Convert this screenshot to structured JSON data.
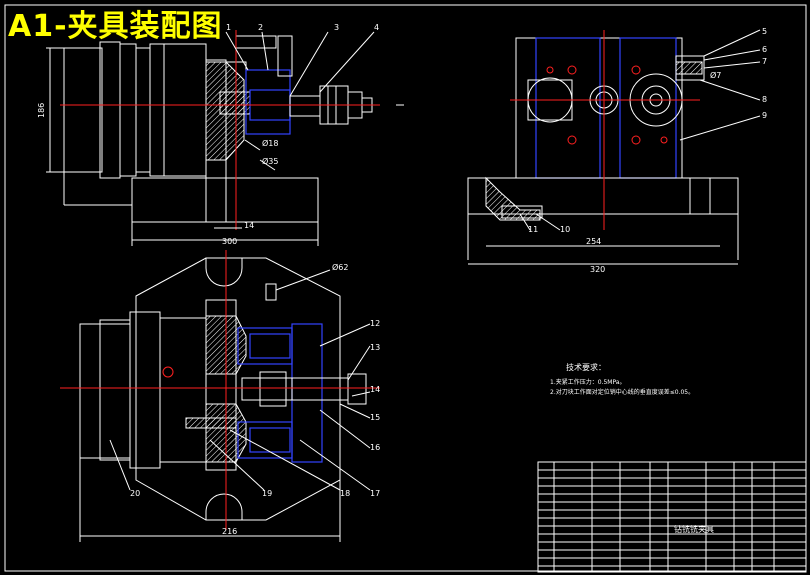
{
  "title": "A1-夹具装配图",
  "part_numbers": {
    "p1": "1",
    "p2": "2",
    "p3": "3",
    "p4": "4",
    "p5": "5",
    "p6": "6",
    "p7": "7",
    "p8": "8",
    "p9": "9",
    "p10": "10",
    "p11": "11",
    "p12": "12",
    "p13": "13",
    "p14": "14",
    "p15": "15",
    "p16": "16",
    "p17": "17",
    "p18": "18",
    "p19": "19",
    "p20": "20"
  },
  "dimensions": {
    "d186": "186",
    "d300": "300",
    "d14": "14",
    "d254": "254",
    "d320": "320",
    "d216": "216",
    "dia18": "Ø18",
    "dia35": "Ø35",
    "dia7": "Ø7",
    "dia62": "Ø62"
  },
  "tech_requirements": {
    "heading": "技术要求：",
    "line1": "1.夹紧工作压力：0.5MPa。",
    "line2": "2.对刀块工作面对定位销中心线的垂直度误差≤0.05。"
  },
  "title_block": {
    "name": "钻铣铣夹具"
  }
}
